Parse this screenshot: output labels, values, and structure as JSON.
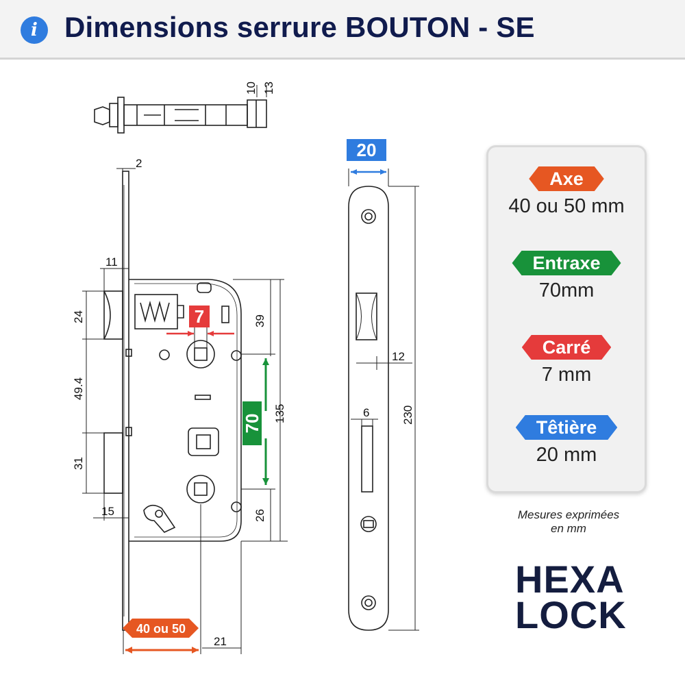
{
  "header": {
    "title": "Dimensions serrure BOUTON - SE",
    "info_icon": "info-icon"
  },
  "colors": {
    "axe": "#e65722",
    "entraxe": "#18923a",
    "carre": "#e53b3b",
    "tetiere": "#2f7cdf",
    "title": "#101b4d",
    "logo": "#141d3f"
  },
  "drawing": {
    "top_view": {
      "dim_10": "10",
      "dim_13": "13"
    },
    "side_view": {
      "dim_2": "2",
      "dim_11": "11",
      "dim_24": "24",
      "dim_49_4": "49.4",
      "dim_31": "31",
      "dim_15": "15",
      "dim_39": "39",
      "dim_135": "135",
      "dim_26": "26",
      "dim_21": "21",
      "carre_badge": "7",
      "entraxe_badge": "70",
      "axe_badge": "40 ou 50"
    },
    "faceplate_view": {
      "tetiere_badge": "20",
      "dim_12": "12",
      "dim_6": "6",
      "dim_230": "230"
    }
  },
  "specs": [
    {
      "label": "Axe",
      "value": "40 ou 50 mm"
    },
    {
      "label": "Entraxe",
      "value": "70mm"
    },
    {
      "label": "Carré",
      "value": "7 mm"
    },
    {
      "label": "Têtière",
      "value": "20 mm"
    }
  ],
  "note": {
    "line1": "Mesures exprimées",
    "line2": "en mm"
  },
  "logo": {
    "line1": "HEXA",
    "line2": "LOCK"
  }
}
